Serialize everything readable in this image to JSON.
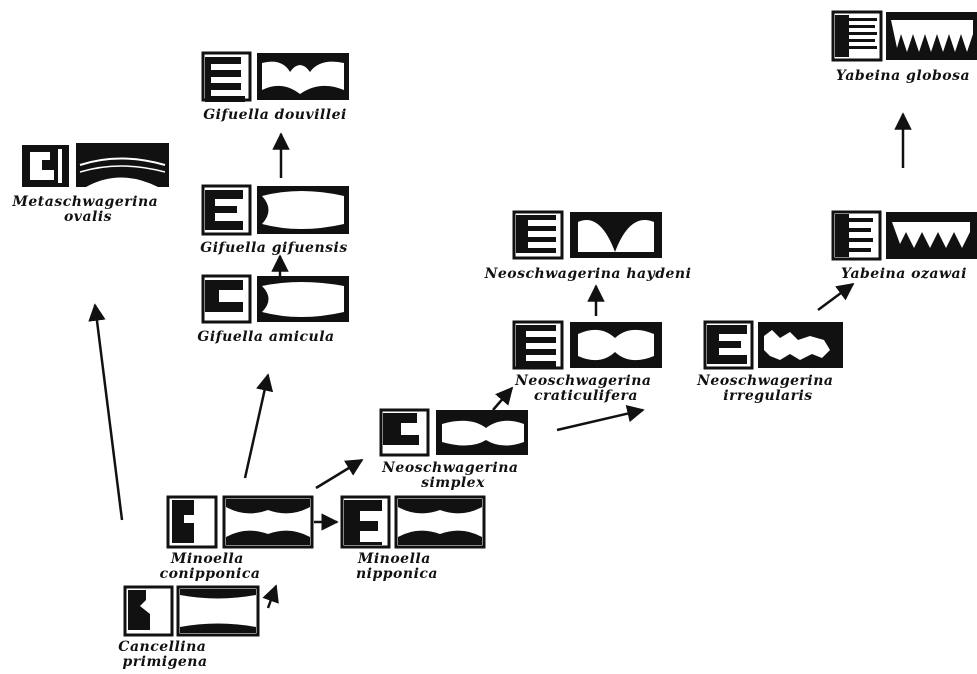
{
  "diagram": {
    "ink_color": "#111111",
    "background": "#ffffff",
    "taxa": [
      {
        "id": "metaschwagerina-ovalis",
        "lines": [
          "Metaschwagerina",
          "ovalis"
        ]
      },
      {
        "id": "gifuella-douvillei",
        "lines": [
          "Gifuella douvillei"
        ]
      },
      {
        "id": "gifuella-gifuensis",
        "lines": [
          "Gifuella gifuensis"
        ]
      },
      {
        "id": "gifuella-amicula",
        "lines": [
          "Gifuella amicula"
        ]
      },
      {
        "id": "yabeina-globosa",
        "lines": [
          "Yabeina globosa"
        ]
      },
      {
        "id": "neoschwagerina-haydeni",
        "lines": [
          "Neoschwagerina haydeni"
        ]
      },
      {
        "id": "yabeina-ozawai",
        "lines": [
          "Yabeina ozawai"
        ]
      },
      {
        "id": "neoschwagerina-craticulifera",
        "lines": [
          "Neoschwagerina",
          "craticulifera"
        ]
      },
      {
        "id": "neoschwagerina-irregularis",
        "lines": [
          "Neoschwagerina",
          "irregularis"
        ]
      },
      {
        "id": "neoschwagerina-simplex",
        "lines": [
          "Neoschwagerina",
          "simplex"
        ]
      },
      {
        "id": "minoella-conipponica",
        "lines": [
          "Minoella",
          "conipponica"
        ]
      },
      {
        "id": "minoella-nipponica",
        "lines": [
          "Minoella",
          "nipponica"
        ]
      },
      {
        "id": "cancellina-primigena",
        "lines": [
          "Cancellina",
          "primigena"
        ]
      }
    ]
  }
}
